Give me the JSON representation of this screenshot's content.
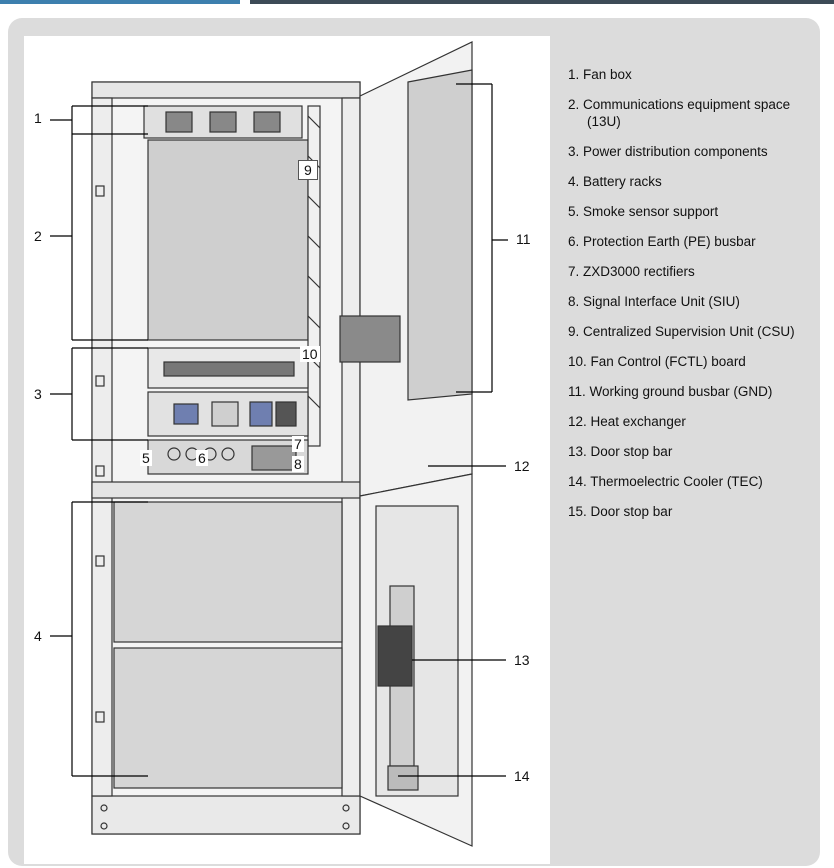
{
  "callouts": {
    "c1": "1",
    "c2": "2",
    "c3": "3",
    "c4": "4",
    "c5": "5",
    "c6": "6",
    "c7": "7",
    "c8": "8",
    "c9": "9",
    "c10": "10",
    "c11": "11",
    "c12": "12",
    "c13": "13",
    "c14": "14"
  },
  "legend": [
    "1. Fan box",
    "2. Communications equipment space (13U)",
    "3. Power distribution components",
    "4. Battery racks",
    "5. Smoke sensor support",
    "6. Protection Earth (PE) busbar",
    "7. ZXD3000 rectifiers",
    "8. Signal Interface Unit (SIU)",
    "9. Centralized Supervision Unit (CSU)",
    "10. Fan Control (FCTL) board",
    "11. Working ground busbar (GND)",
    "12. Heat exchanger",
    "13. Door stop bar",
    "14. Thermoelectric Cooler (TEC)",
    "15. Door stop bar"
  ]
}
